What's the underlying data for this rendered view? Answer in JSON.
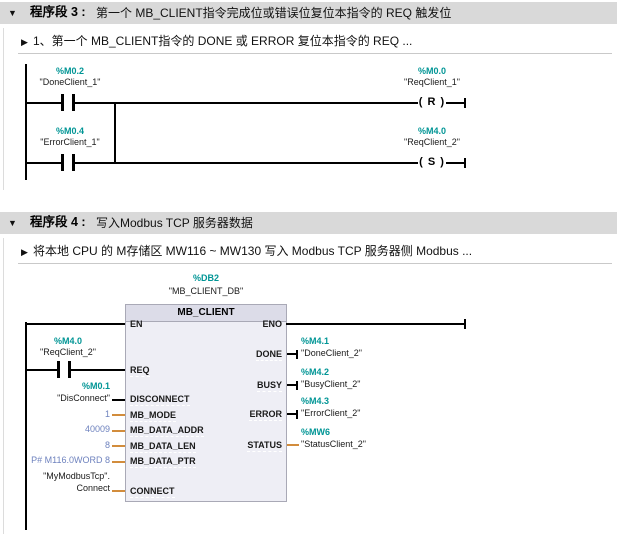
{
  "colors": {
    "operand_teal": "#009595",
    "constant_blue": "#6e82be",
    "wire_orange": "#d28c3c",
    "network_header_gray": "#d9d9d9",
    "block_body": "#eeeef5",
    "block_header": "#dcdce8"
  },
  "network3": {
    "collapse_icon": "▼",
    "label": "程序段 3 :",
    "title": "第一个 MB_CLIENT指令完成位或错误位复位本指令的 REQ 触发位",
    "comment_icon": "▶",
    "comment": "1、第一个 MB_CLIENT指令的 DONE 或 ERROR 复位本指令的 REQ ...",
    "rung1": {
      "contact_addr": "%M0.2",
      "contact_sym": "\"DoneClient_1\"",
      "coil_addr": "%M0.0",
      "coil_sym": "\"ReqClient_1\"",
      "coil_op": "( R )"
    },
    "rung2": {
      "contact_addr": "%M0.4",
      "contact_sym": "\"ErrorClient_1\"",
      "coil_addr": "%M4.0",
      "coil_sym": "\"ReqClient_2\"",
      "coil_op": "( S )"
    }
  },
  "network4": {
    "collapse_icon": "▼",
    "label": "程序段 4 :",
    "title": "写入Modbus TCP 服务器数据",
    "comment_icon": "▶",
    "comment": "将本地 CPU 的 M存储区 MW116 ~ MW130 写入 Modbus TCP 服务器侧 Modbus ...",
    "block": {
      "db_addr": "%DB2",
      "db_name": "\"MB_CLIENT_DB\"",
      "title": "MB_CLIENT",
      "pin_en": "EN",
      "pin_eno": "ENO",
      "pin_req": "REQ",
      "pin_disconnect": "DISCONNECT",
      "pin_mb_mode": "MB_MODE",
      "pin_mb_data_addr": "MB_DATA_ADDR",
      "pin_mb_data_len": "MB_DATA_LEN",
      "pin_mb_data_ptr": "MB_DATA_PTR",
      "pin_connect": "CONNECT",
      "pin_done": "DONE",
      "pin_busy": "BUSY",
      "pin_error": "ERROR",
      "pin_status": "STATUS"
    },
    "req_contact": {
      "addr": "%M4.0",
      "sym": "\"ReqClient_2\""
    },
    "in_disconnect": {
      "addr": "%M0.1",
      "sym": "\"DisConnect\""
    },
    "in_mb_mode": "1",
    "in_mb_data_addr": "40009",
    "in_mb_data_len": "8",
    "in_mb_data_ptr": "P# M116.0WORD 8",
    "in_connect_line1": "\"MyModbusTcp\".",
    "in_connect_line2": "Connect",
    "out_done": {
      "addr": "%M4.1",
      "sym": "\"DoneClient_2\""
    },
    "out_busy": {
      "addr": "%M4.2",
      "sym": "\"BusyClient_2\""
    },
    "out_error": {
      "addr": "%M4.3",
      "sym": "\"ErrorClient_2\""
    },
    "out_status": {
      "addr": "%MW6",
      "sym": "\"StatusClient_2\""
    }
  }
}
